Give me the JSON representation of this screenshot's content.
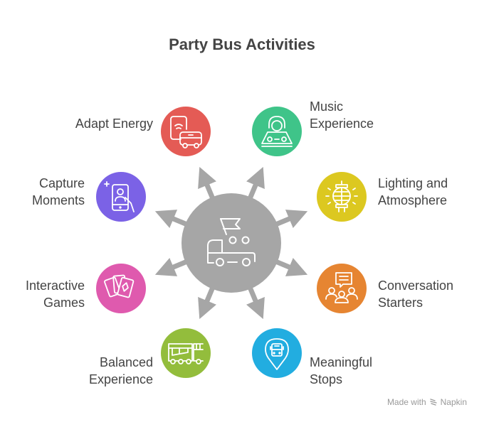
{
  "title": "Party Bus Activities",
  "center": {
    "icon": "party-bus-icon",
    "color": "#a6a6a6"
  },
  "items": [
    {
      "id": "adapt-energy",
      "line1": "Adapt Energy",
      "line2": "",
      "color": "#e45b55",
      "icon": "phone-bus-icon"
    },
    {
      "id": "music-experience",
      "line1": "Music",
      "line2": "Experience",
      "color": "#3fc489",
      "icon": "dj-icon"
    },
    {
      "id": "capture-moments",
      "line1": "Capture",
      "line2": "Moments",
      "color": "#7b62e6",
      "icon": "selfie-phone-icon"
    },
    {
      "id": "lighting-atmosphere",
      "line1": "Lighting and",
      "line2": "Atmosphere",
      "color": "#dcc820",
      "icon": "lantern-icon"
    },
    {
      "id": "interactive-games",
      "line1": "Interactive",
      "line2": "Games",
      "color": "#df5aae",
      "icon": "playing-cards-icon"
    },
    {
      "id": "conversation-starters",
      "line1": "Conversation",
      "line2": "Starters",
      "color": "#e68532",
      "icon": "group-chat-icon"
    },
    {
      "id": "balanced-experience",
      "line1": "Balanced",
      "line2": "Experience",
      "color": "#93bd3c",
      "icon": "bus-icon"
    },
    {
      "id": "meaningful-stops",
      "line1": "Meaningful",
      "line2": "Stops",
      "color": "#22ade0",
      "icon": "bus-location-pin-icon"
    }
  ],
  "footer": {
    "prefix": "Made with",
    "brand": "Napkin"
  }
}
